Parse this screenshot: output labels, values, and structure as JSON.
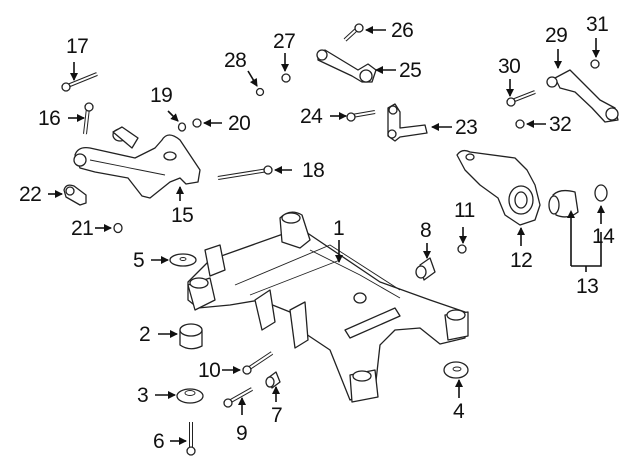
{
  "diagram": {
    "type": "exploded-parts-diagram",
    "subject": "rear suspension crossmember assembly",
    "callouts": [
      {
        "id": "1",
        "label": "1",
        "part": "crossmember"
      },
      {
        "id": "2",
        "label": "2",
        "part": "bushing"
      },
      {
        "id": "3",
        "label": "3",
        "part": "washer"
      },
      {
        "id": "4",
        "label": "4",
        "part": "stop plate"
      },
      {
        "id": "5",
        "label": "5",
        "part": "washer"
      },
      {
        "id": "6",
        "label": "6",
        "part": "bolt"
      },
      {
        "id": "7",
        "label": "7",
        "part": "bushing"
      },
      {
        "id": "8",
        "label": "8",
        "part": "bushing"
      },
      {
        "id": "9",
        "label": "9",
        "part": "bolt"
      },
      {
        "id": "10",
        "label": "10",
        "part": "bolt"
      },
      {
        "id": "11",
        "label": "11",
        "part": "nut"
      },
      {
        "id": "12",
        "label": "12",
        "part": "knuckle"
      },
      {
        "id": "13",
        "label": "13",
        "part": "bushing kit"
      },
      {
        "id": "14",
        "label": "14",
        "part": "ring"
      },
      {
        "id": "15",
        "label": "15",
        "part": "lower control arm"
      },
      {
        "id": "16",
        "label": "16",
        "part": "bolt"
      },
      {
        "id": "17",
        "label": "17",
        "part": "bolt"
      },
      {
        "id": "18",
        "label": "18",
        "part": "bolt"
      },
      {
        "id": "19",
        "label": "19",
        "part": "washer"
      },
      {
        "id": "20",
        "label": "20",
        "part": "nut"
      },
      {
        "id": "21",
        "label": "21",
        "part": "nut"
      },
      {
        "id": "22",
        "label": "22",
        "part": "link"
      },
      {
        "id": "23",
        "label": "23",
        "part": "link"
      },
      {
        "id": "24",
        "label": "24",
        "part": "bolt"
      },
      {
        "id": "25",
        "label": "25",
        "part": "control arm"
      },
      {
        "id": "26",
        "label": "26",
        "part": "bolt"
      },
      {
        "id": "27",
        "label": "27",
        "part": "washer"
      },
      {
        "id": "28",
        "label": "28",
        "part": "nut"
      },
      {
        "id": "29",
        "label": "29",
        "part": "upper control arm"
      },
      {
        "id": "30",
        "label": "30",
        "part": "bolt"
      },
      {
        "id": "31",
        "label": "31",
        "part": "nut"
      },
      {
        "id": "32",
        "label": "32",
        "part": "nut"
      }
    ]
  }
}
